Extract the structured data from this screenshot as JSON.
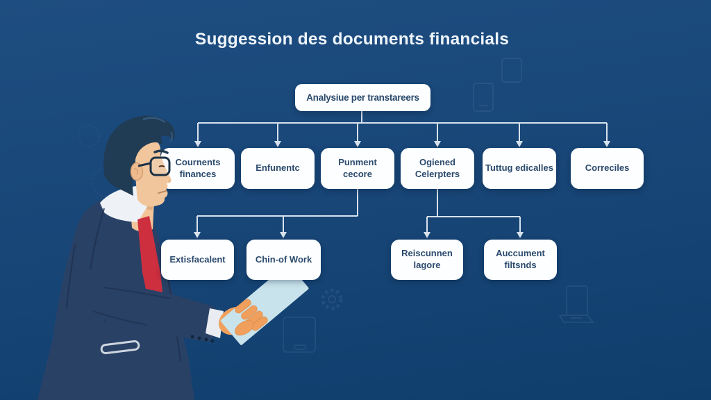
{
  "title": "Suggession des documents financials",
  "flowchart": {
    "root": {
      "label": "Analysiue per transtareers"
    },
    "level1": [
      {
        "label": "Cournents finances"
      },
      {
        "label": "Enfunentc"
      },
      {
        "label": "Punment cecore"
      },
      {
        "label": "Ogiened Celerpters"
      },
      {
        "label": "Tuttug edicalles"
      },
      {
        "label": "Correciles"
      }
    ],
    "level2": [
      {
        "label": "Extisfacalent"
      },
      {
        "label": "Chin-of Work"
      },
      {
        "label": "Reiscunnen lagore"
      },
      {
        "label": "Auccument filtsnds"
      }
    ],
    "edges": [
      {
        "from": "Analysiue per transtareers",
        "to": [
          "Cournents finances",
          "Enfunentc",
          "Punment cecore",
          "Ogiened Celerpters",
          "Tuttug edicalles",
          "Correciles"
        ]
      },
      {
        "from": "Punment cecore",
        "to": [
          "Extisfacalent",
          "Chin-of Work"
        ]
      },
      {
        "from": "Ogiened Celerpters",
        "to": [
          "Reiscunnen lagore",
          "Auccument filtsnds"
        ]
      }
    ]
  },
  "illustration": {
    "person": "businessman in dark navy suit, red tie and glasses reading a light blue document",
    "background_icons": [
      "tablet-icon",
      "tablet-icon",
      "gear-icon",
      "tablet-icon",
      "laptop-icon",
      "swirl-icon"
    ]
  },
  "colors": {
    "background_top": "#1e4d81",
    "background_bottom": "#0f3e6c",
    "node_bg": "#fdfeff",
    "node_text": "#2b4a6d",
    "connector": "#e2ebf4",
    "title_text": "#eef4f9",
    "suit": "#2a4166",
    "tie": "#ce2f3f",
    "skin_face": "#f2c69c",
    "skin_hand": "#f0a05c",
    "paper": "#c9e3ec",
    "hair": "#203c55"
  }
}
